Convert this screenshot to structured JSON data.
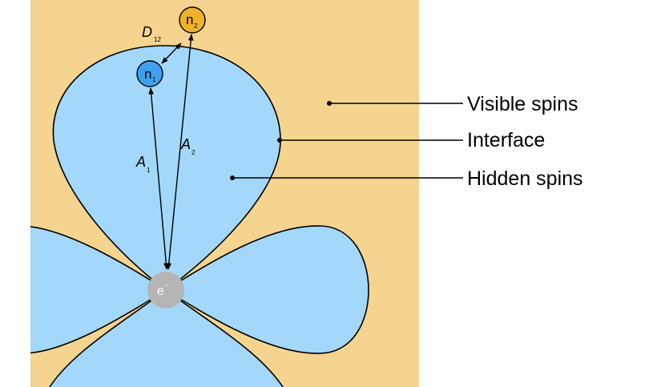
{
  "labels": {
    "visible_spins": "Visible spins",
    "interface": "Interface",
    "hidden_spins": "Hidden spins"
  },
  "nodes": {
    "n1": {
      "base": "n",
      "sub": "1"
    },
    "n2": {
      "base": "n",
      "sub": "2"
    },
    "electron": {
      "base": "e",
      "sup": "-"
    }
  },
  "couplings": {
    "A1": {
      "base": "A",
      "sub": "1"
    },
    "A2": {
      "base": "A",
      "sub": "2"
    },
    "D12": {
      "base": "D",
      "sub": "12"
    }
  },
  "colors": {
    "visible_region": "#f5d48f",
    "hidden_region": "#a3d8fa",
    "nucleus_1": "#3fa0f0",
    "nucleus_2": "#f0b22a",
    "electron": "#b5b5b5"
  }
}
